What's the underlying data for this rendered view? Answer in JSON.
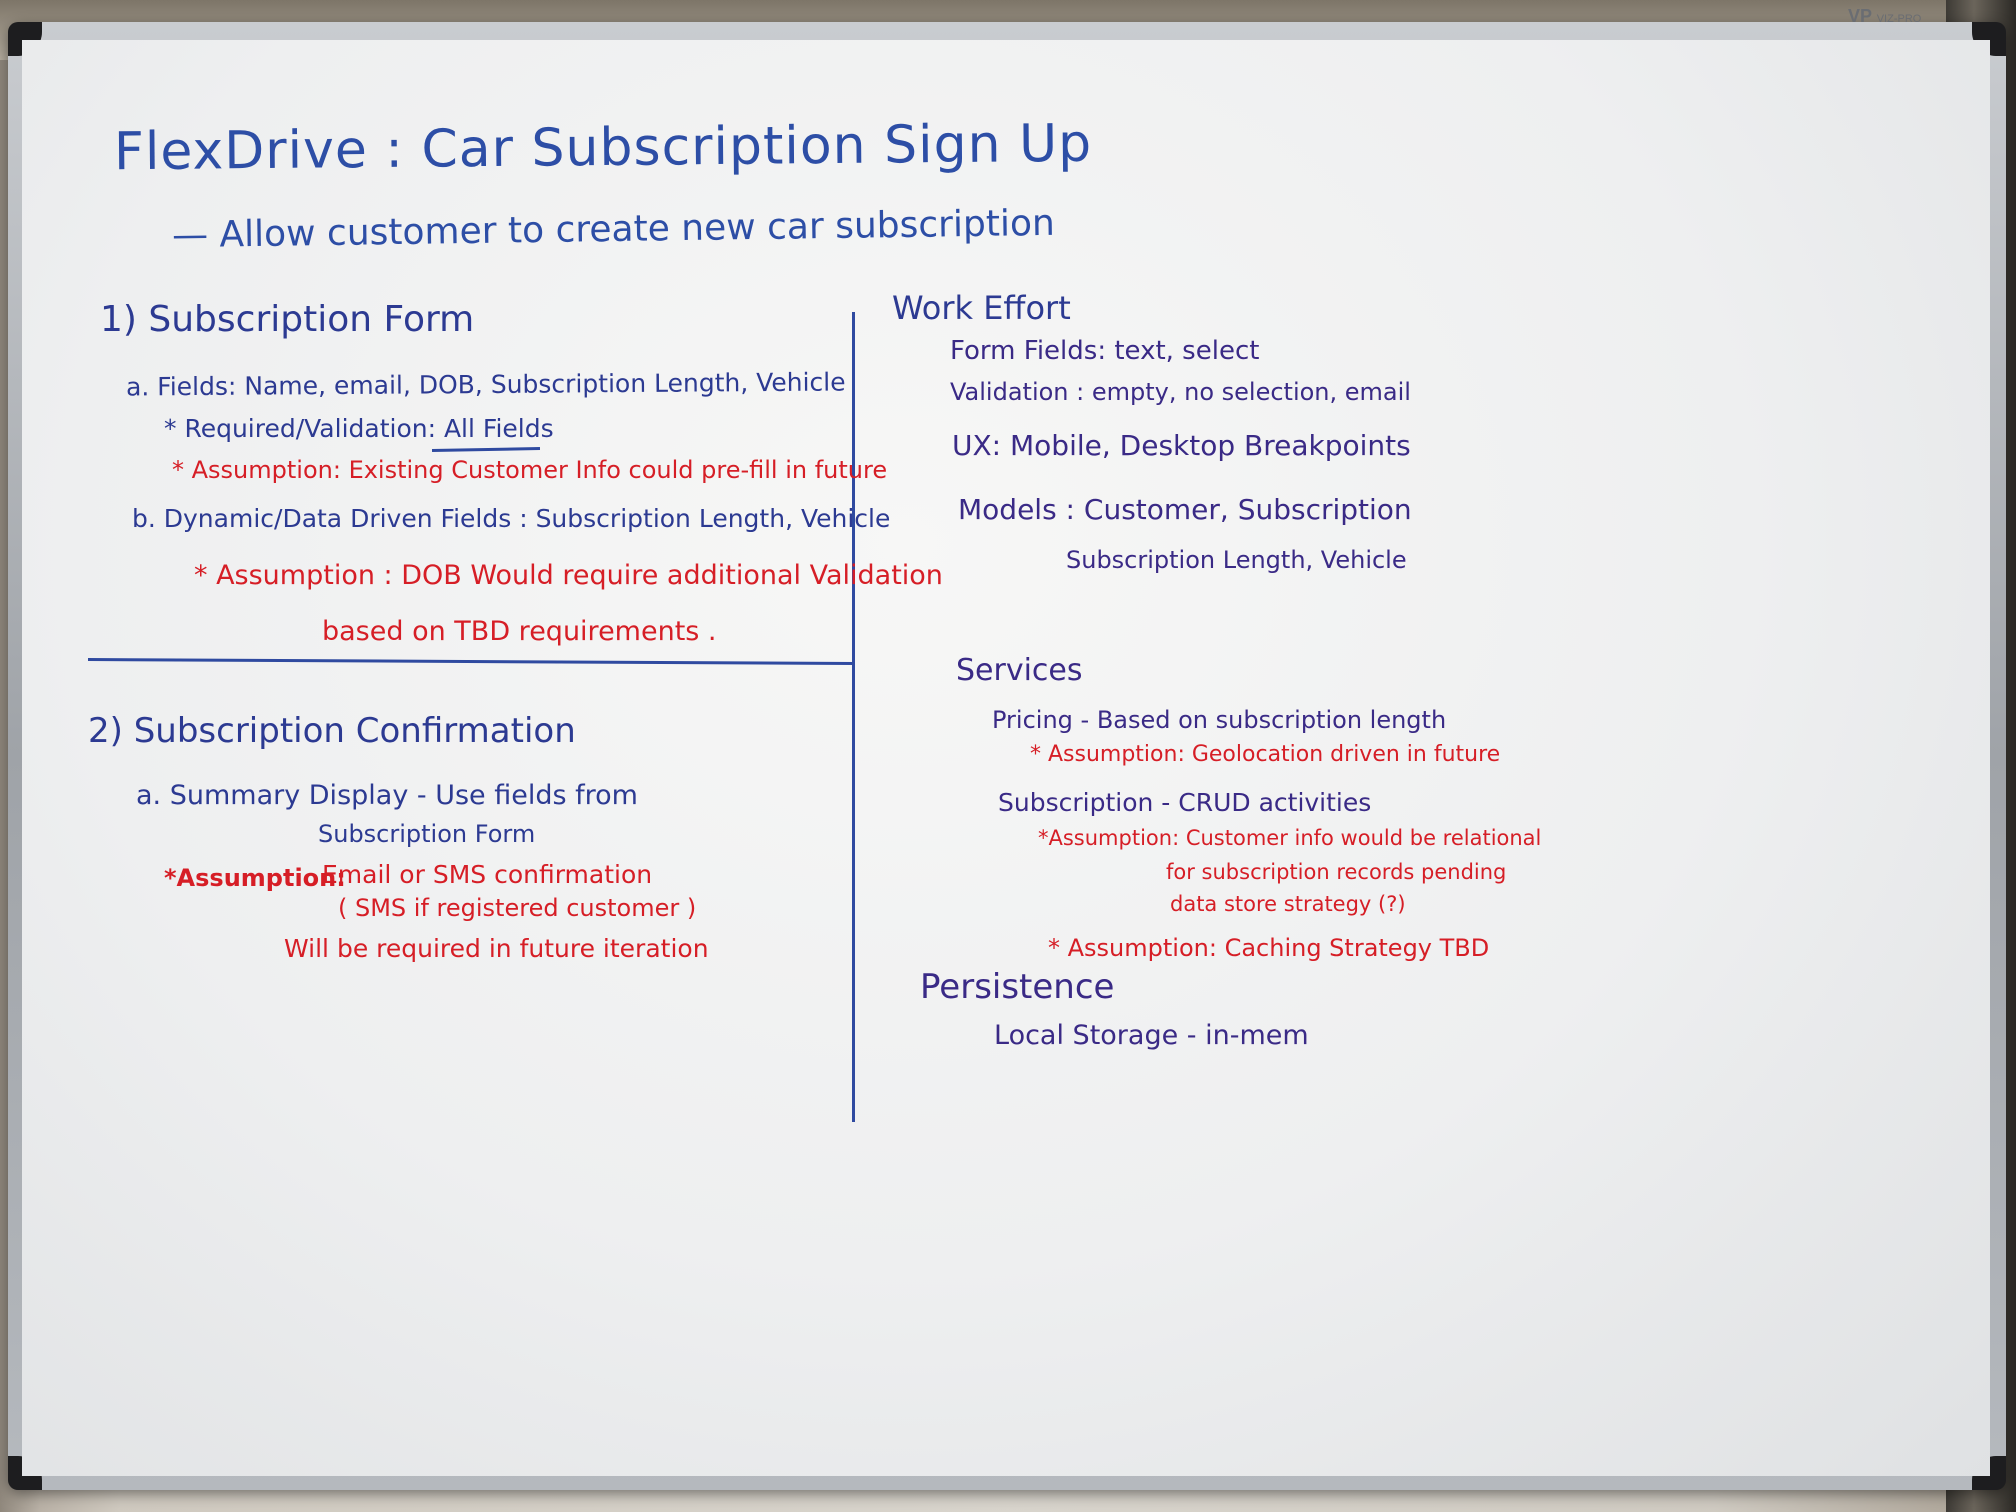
{
  "board": {
    "logo": "VP",
    "logo_sub": "VIZ-PRO",
    "title": "FlexDrive : Car Subscription Sign Up",
    "goal": "— Allow customer to create new car subscription"
  },
  "left": {
    "section1": {
      "heading": "1) Subscription Form",
      "a_fields": "a. Fields: Name, email, DOB, Subscription Length, Vehicle",
      "a_required": "* Required/Validation: All Fields",
      "a_assumption": "* Assumption: Existing Customer Info could pre-fill in future",
      "b_dynamic": "b. Dynamic/Data Driven Fields : Subscription Length, Vehicle",
      "b_assumption_1": "* Assumption : DOB Would require additional Validation",
      "b_assumption_2": "based on TBD requirements ."
    },
    "section2": {
      "heading": "2) Subscription Confirmation",
      "a_summary_1": "a. Summary Display - Use fields from",
      "a_summary_2": "Subscription Form",
      "assumption_label": "*Assumption:",
      "assumption_1": "Email or SMS confirmation",
      "assumption_2": "( SMS if registered customer )",
      "assumption_3": "Will be required in future iteration"
    }
  },
  "right": {
    "heading": "Work Effort",
    "form_fields": "Form Fields: text, select",
    "validation": "Validation : empty, no selection, email",
    "ux": "UX: Mobile, Desktop Breakpoints",
    "models_1": "Models : Customer, Subscription",
    "models_2": "Subscription Length, Vehicle",
    "services": "Services",
    "pricing": "Pricing - Based on subscription length",
    "pricing_assumption": "* Assumption: Geolocation driven in future",
    "subscription": "Subscription - CRUD activities",
    "sub_assumption_1": "*Assumption: Customer info would be relational",
    "sub_assumption_2": "for subscription records pending",
    "sub_assumption_3": "data store strategy (?)",
    "caching_assumption": "* Assumption: Caching Strategy TBD",
    "persistence": "Persistence",
    "local_storage": "Local Storage - in-mem"
  }
}
